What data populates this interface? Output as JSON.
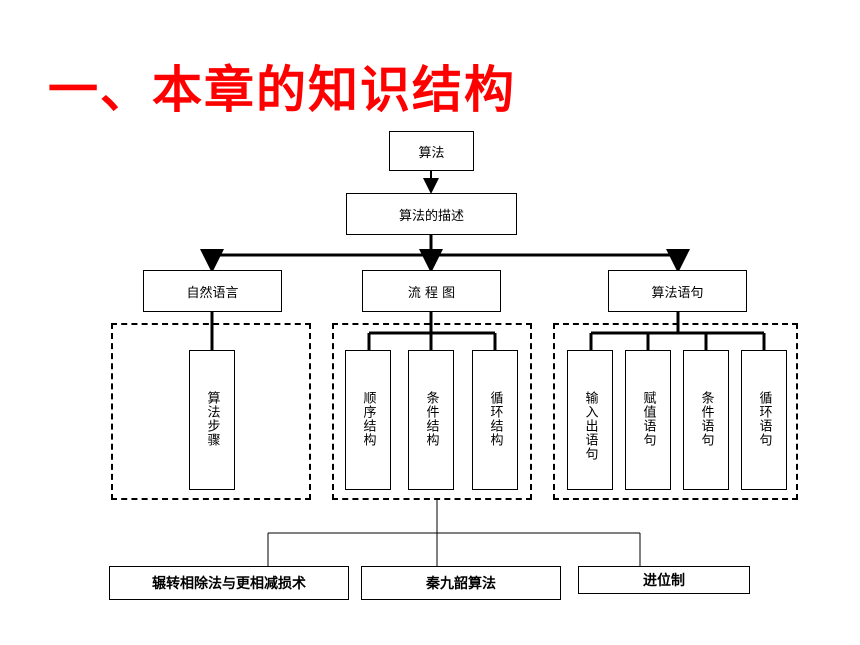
{
  "title": "一、本章的知识结构",
  "nodes": {
    "root": "算法",
    "describe": "算法的描述",
    "natural_language": "自然语言",
    "flowchart": "流 程 图",
    "algorithm_statements": "算法语句",
    "algorithm_steps": "算法步骤",
    "sequence": "顺序结构",
    "condition": "条件结构",
    "loop": "循环结构",
    "io_stmt": "输入出语句",
    "assign_stmt": "赋值语句",
    "cond_stmt": "条件语句",
    "loop_stmt": "循环语句",
    "euclid": "辗转相除法与更相减损术",
    "qin": "秦九韶算法",
    "base": "进位制"
  }
}
